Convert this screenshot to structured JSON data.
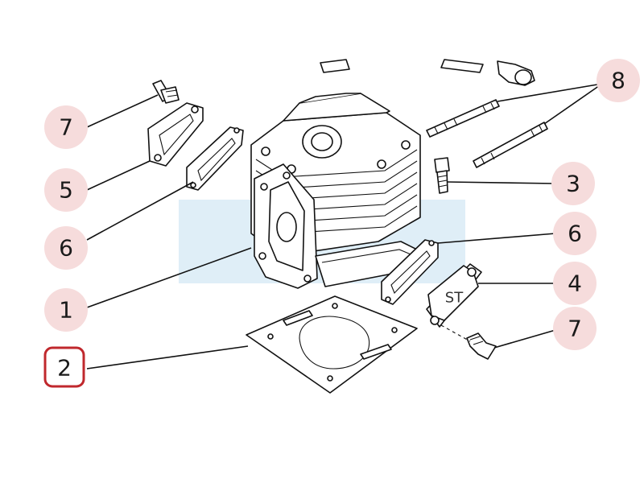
{
  "diagram": {
    "callouts": {
      "c1": "1",
      "c2": "2",
      "c3": "3",
      "c4": "4",
      "c5": "5",
      "c6a": "6",
      "c6b": "6",
      "c7a": "7",
      "c7b": "7",
      "c8": "8"
    },
    "selected_callout": "2",
    "plate_stamp": "ST",
    "colors": {
      "callout_background": "#f6dcdc",
      "selected_outline": "#c0282d",
      "watermark": "#dfeef7",
      "line": "#111111"
    }
  }
}
